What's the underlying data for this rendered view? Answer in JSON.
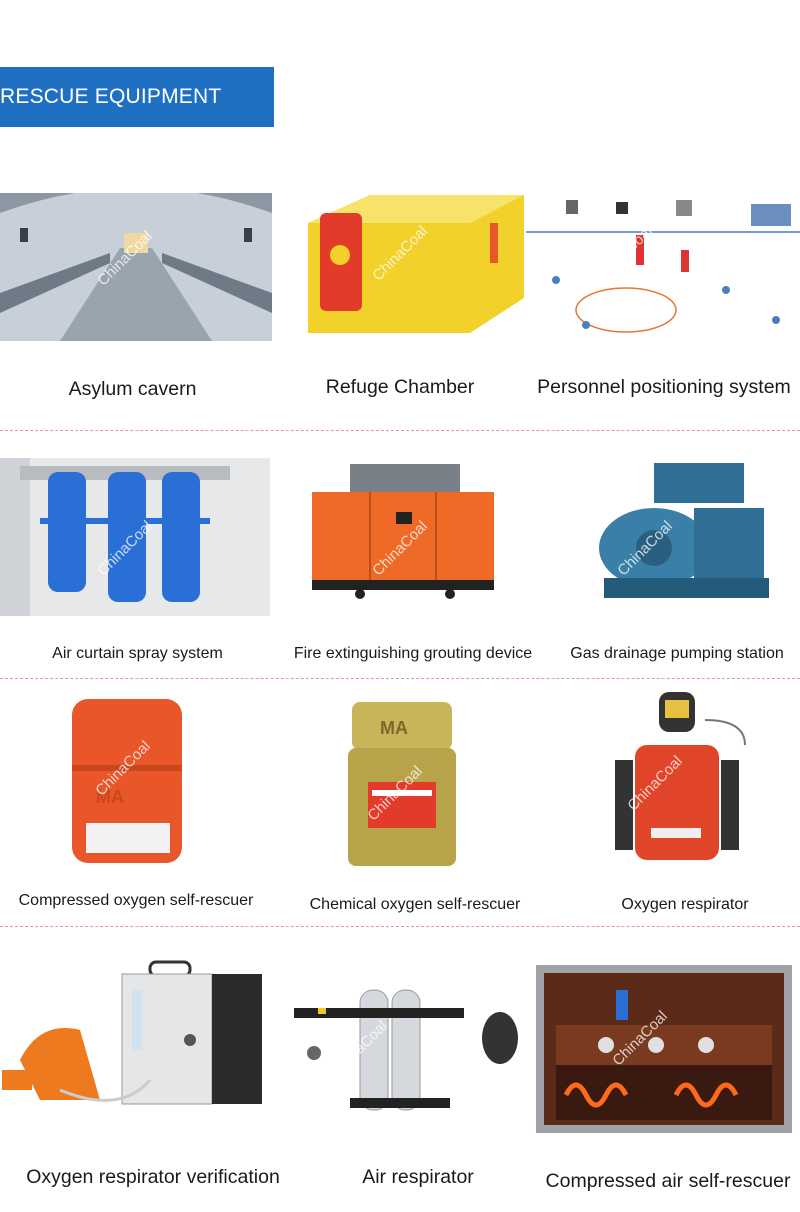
{
  "banner": {
    "title": "RESCUE EQUIPMENT"
  },
  "watermark": "ChinaCoal",
  "items": [
    {
      "label": "Asylum cavern",
      "icon": "tunnel-image"
    },
    {
      "label": "Refuge Chamber",
      "icon": "refuge-chamber-image"
    },
    {
      "label": "Personnel positioning system",
      "icon": "network-diagram-image"
    },
    {
      "label": "Air curtain spray system",
      "icon": "blue-filters-image"
    },
    {
      "label": "Fire extinguishing grouting device",
      "icon": "orange-cabinet-image"
    },
    {
      "label": "Gas drainage pumping station",
      "icon": "blue-pump-image"
    },
    {
      "label": "Compressed oxygen self-rescuer",
      "icon": "orange-rescuer-image"
    },
    {
      "label": "Chemical oxygen self-rescuer",
      "icon": "gold-rescuer-image"
    },
    {
      "label": "Oxygen respirator",
      "icon": "respirator-backpack-image"
    },
    {
      "label": "Oxygen respirator verification",
      "icon": "verification-case-image"
    },
    {
      "label": "Air respirator",
      "icon": "air-tanks-image"
    },
    {
      "label": "Compressed air self-rescuer",
      "icon": "air-cabinet-image"
    }
  ],
  "colors": {
    "banner": "#1f6fc2",
    "divider": "#d8a08a",
    "orange": "#e8562a",
    "yellow": "#f2d22a",
    "blue": "#2a6fd6"
  }
}
